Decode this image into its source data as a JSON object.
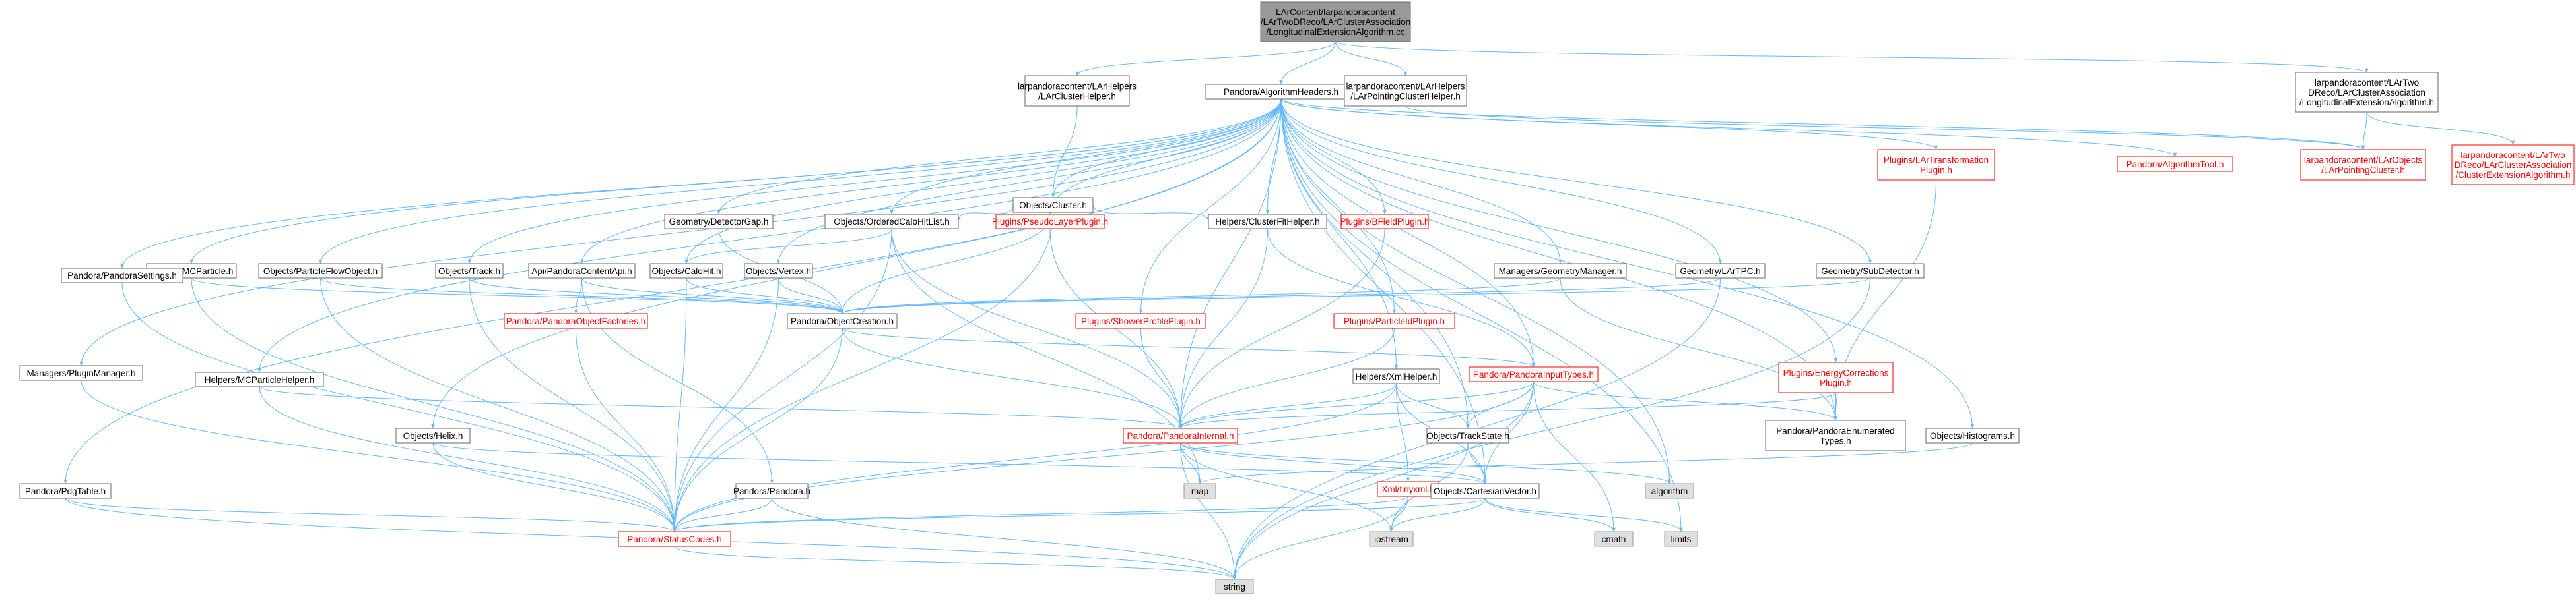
{
  "diagram": {
    "nodes": [
      {
        "id": "root",
        "lines": [
          "LArContent/larpandoracontent",
          "/LArTwoDReco/LArClusterAssociation",
          "/LongitudinalExtensionAlgorithm.cc"
        ],
        "kind": "root"
      },
      {
        "id": "clusterhelper",
        "lines": [
          "larpandoracontent/LArHelpers",
          "/LArClusterHelper.h"
        ],
        "kind": "normal"
      },
      {
        "id": "algheaders",
        "lines": [
          "Pandora/AlgorithmHeaders.h"
        ],
        "kind": "normal"
      },
      {
        "id": "pointinghelper",
        "lines": [
          "larpandoracontent/LArHelpers",
          "/LArPointingClusterHelper.h"
        ],
        "kind": "normal"
      },
      {
        "id": "longext_h",
        "lines": [
          "larpandoracontent/LArTwo",
          "DReco/LArClusterAssociation",
          "/LongitudinalExtensionAlgorithm.h"
        ],
        "kind": "normal"
      },
      {
        "id": "pointingcluster",
        "lines": [
          "larpandoracontent/LArObjects",
          "/LArPointingCluster.h"
        ],
        "kind": "red"
      },
      {
        "id": "clusterext",
        "lines": [
          "larpandoracontent/LArTwo",
          "DReco/LArClusterAssociation",
          "/ClusterExtensionAlgorithm.h"
        ],
        "kind": "red"
      },
      {
        "id": "cluster",
        "lines": [
          "Objects/Cluster.h"
        ],
        "kind": "normal"
      },
      {
        "id": "transplugin",
        "lines": [
          "Plugins/LArTransformation",
          "Plugin.h"
        ],
        "kind": "red"
      },
      {
        "id": "algtool",
        "lines": [
          "Pandora/AlgorithmTool.h"
        ],
        "kind": "red"
      },
      {
        "id": "detgap",
        "lines": [
          "Geometry/DetectorGap.h"
        ],
        "kind": "normal"
      },
      {
        "id": "orderedcalo",
        "lines": [
          "Objects/OrderedCaloHitList.h"
        ],
        "kind": "normal"
      },
      {
        "id": "pseudolayer",
        "lines": [
          "Plugins/PseudoLayerPlugin.h"
        ],
        "kind": "red"
      },
      {
        "id": "clusterfit",
        "lines": [
          "Helpers/ClusterFitHelper.h"
        ],
        "kind": "normal"
      },
      {
        "id": "bfield",
        "lines": [
          "Plugins/BFieldPlugin.h"
        ],
        "kind": "red"
      },
      {
        "id": "mcparticle",
        "lines": [
          "Objects/MCParticle.h"
        ],
        "kind": "normal"
      },
      {
        "id": "pfo",
        "lines": [
          "Objects/ParticleFlowObject.h"
        ],
        "kind": "normal"
      },
      {
        "id": "track",
        "lines": [
          "Objects/Track.h"
        ],
        "kind": "normal"
      },
      {
        "id": "contentapi",
        "lines": [
          "Api/PandoraContentApi.h"
        ],
        "kind": "normal"
      },
      {
        "id": "calohit",
        "lines": [
          "Objects/CaloHit.h"
        ],
        "kind": "normal"
      },
      {
        "id": "vertex",
        "lines": [
          "Objects/Vertex.h"
        ],
        "kind": "normal"
      },
      {
        "id": "geomgr",
        "lines": [
          "Managers/GeometryManager.h"
        ],
        "kind": "normal"
      },
      {
        "id": "lartpc",
        "lines": [
          "Geometry/LArTPC.h"
        ],
        "kind": "normal"
      },
      {
        "id": "subdet",
        "lines": [
          "Geometry/SubDetector.h"
        ],
        "kind": "normal"
      },
      {
        "id": "pandorasettings",
        "lines": [
          "Pandora/PandoraSettings.h"
        ],
        "kind": "normal"
      },
      {
        "id": "objfactories",
        "lines": [
          "Pandora/PandoraObjectFactories.h"
        ],
        "kind": "red"
      },
      {
        "id": "objcreation",
        "lines": [
          "Pandora/ObjectCreation.h"
        ],
        "kind": "normal"
      },
      {
        "id": "showerprofile",
        "lines": [
          "Plugins/ShowerProfilePlugin.h"
        ],
        "kind": "red"
      },
      {
        "id": "particleid",
        "lines": [
          "Plugins/ParticleIdPlugin.h"
        ],
        "kind": "red"
      },
      {
        "id": "energycorr",
        "lines": [
          "Plugins/EnergyCorrections",
          "Plugin.h"
        ],
        "kind": "red"
      },
      {
        "id": "pluginmgr",
        "lines": [
          "Managers/PluginManager.h"
        ],
        "kind": "normal"
      },
      {
        "id": "mcphelper",
        "lines": [
          "Helpers/MCParticleHelper.h"
        ],
        "kind": "normal"
      },
      {
        "id": "xmlhelper",
        "lines": [
          "Helpers/XmlHelper.h"
        ],
        "kind": "normal"
      },
      {
        "id": "inputtypes",
        "lines": [
          "Pandora/PandoraInputTypes.h"
        ],
        "kind": "red"
      },
      {
        "id": "pandorainternal",
        "lines": [
          "Pandora/PandoraInternal.h"
        ],
        "kind": "red"
      },
      {
        "id": "enumtypes",
        "lines": [
          "Pandora/PandoraEnumerated",
          "Types.h"
        ],
        "kind": "normal"
      },
      {
        "id": "helix",
        "lines": [
          "Objects/Helix.h"
        ],
        "kind": "normal"
      },
      {
        "id": "trackstate",
        "lines": [
          "Objects/TrackState.h"
        ],
        "kind": "normal"
      },
      {
        "id": "histograms",
        "lines": [
          "Objects/Histograms.h"
        ],
        "kind": "normal"
      },
      {
        "id": "map",
        "lines": [
          "map"
        ],
        "kind": "sys"
      },
      {
        "id": "algorithm",
        "lines": [
          "algorithm"
        ],
        "kind": "sys"
      },
      {
        "id": "pdgtable",
        "lines": [
          "Pandora/PdgTable.h"
        ],
        "kind": "normal"
      },
      {
        "id": "pandora",
        "lines": [
          "Pandora/Pandora.h"
        ],
        "kind": "normal"
      },
      {
        "id": "tinyxml",
        "lines": [
          "Xml/tinyxml.h"
        ],
        "kind": "red"
      },
      {
        "id": "cartesian",
        "lines": [
          "Objects/CartesianVector.h"
        ],
        "kind": "normal"
      },
      {
        "id": "statuscodes",
        "lines": [
          "Pandora/StatusCodes.h"
        ],
        "kind": "red"
      },
      {
        "id": "iostream",
        "lines": [
          "iostream"
        ],
        "kind": "sys"
      },
      {
        "id": "cmath",
        "lines": [
          "cmath"
        ],
        "kind": "sys"
      },
      {
        "id": "limits",
        "lines": [
          "limits"
        ],
        "kind": "sys"
      },
      {
        "id": "string",
        "lines": [
          "string"
        ],
        "kind": "sys"
      }
    ],
    "edges": [
      [
        "root",
        "clusterhelper"
      ],
      [
        "root",
        "algheaders"
      ],
      [
        "root",
        "pointinghelper"
      ],
      [
        "root",
        "longext_h"
      ],
      [
        "clusterhelper",
        "cluster"
      ],
      [
        "pointinghelper",
        "pointingcluster"
      ],
      [
        "longext_h",
        "pointingcluster"
      ],
      [
        "longext_h",
        "clusterext"
      ],
      [
        "algheaders",
        "cluster"
      ],
      [
        "algheaders",
        "transplugin"
      ],
      [
        "algheaders",
        "algtool"
      ],
      [
        "algheaders",
        "pointingcluster"
      ],
      [
        "algheaders",
        "detgap"
      ],
      [
        "algheaders",
        "orderedcalo"
      ],
      [
        "algheaders",
        "pseudolayer"
      ],
      [
        "algheaders",
        "clusterfit"
      ],
      [
        "algheaders",
        "bfield"
      ],
      [
        "algheaders",
        "mcparticle"
      ],
      [
        "algheaders",
        "pfo"
      ],
      [
        "algheaders",
        "track"
      ],
      [
        "algheaders",
        "contentapi"
      ],
      [
        "algheaders",
        "calohit"
      ],
      [
        "algheaders",
        "vertex"
      ],
      [
        "algheaders",
        "geomgr"
      ],
      [
        "algheaders",
        "lartpc"
      ],
      [
        "algheaders",
        "subdet"
      ],
      [
        "algheaders",
        "pandorasettings"
      ],
      [
        "algheaders",
        "showerprofile"
      ],
      [
        "algheaders",
        "particleid"
      ],
      [
        "algheaders",
        "energycorr"
      ],
      [
        "algheaders",
        "pluginmgr"
      ],
      [
        "algheaders",
        "mcphelper"
      ],
      [
        "algheaders",
        "xmlhelper"
      ],
      [
        "algheaders",
        "inputtypes"
      ],
      [
        "algheaders",
        "pandorainternal"
      ],
      [
        "algheaders",
        "enumtypes"
      ],
      [
        "algheaders",
        "helix"
      ],
      [
        "algheaders",
        "trackstate"
      ],
      [
        "algheaders",
        "histograms"
      ],
      [
        "algheaders",
        "algorithm"
      ],
      [
        "algheaders",
        "pdgtable"
      ],
      [
        "algheaders",
        "cartesian"
      ],
      [
        "algheaders",
        "limits"
      ],
      [
        "cluster",
        "orderedcalo"
      ],
      [
        "cluster",
        "clusterfit"
      ],
      [
        "cluster",
        "objcreation"
      ],
      [
        "cluster",
        "statuscodes"
      ],
      [
        "orderedcalo",
        "calohit"
      ],
      [
        "orderedcalo",
        "pandorainternal"
      ],
      [
        "orderedcalo",
        "map"
      ],
      [
        "orderedcalo",
        "statuscodes"
      ],
      [
        "detgap",
        "objcreation"
      ],
      [
        "pseudolayer",
        "pandorainternal"
      ],
      [
        "clusterfit",
        "pandorainternal"
      ],
      [
        "clusterfit",
        "inputtypes"
      ],
      [
        "bfield",
        "pandorainternal"
      ],
      [
        "mcparticle",
        "objcreation"
      ],
      [
        "mcparticle",
        "statuscodes"
      ],
      [
        "pfo",
        "objcreation"
      ],
      [
        "pfo",
        "statuscodes"
      ],
      [
        "track",
        "objcreation"
      ],
      [
        "track",
        "statuscodes"
      ],
      [
        "contentapi",
        "objfactories"
      ],
      [
        "contentapi",
        "objcreation"
      ],
      [
        "contentapi",
        "pandora"
      ],
      [
        "calohit",
        "objcreation"
      ],
      [
        "calohit",
        "statuscodes"
      ],
      [
        "vertex",
        "objcreation"
      ],
      [
        "vertex",
        "statuscodes"
      ],
      [
        "geomgr",
        "objcreation"
      ],
      [
        "geomgr",
        "enumtypes"
      ],
      [
        "lartpc",
        "objcreation"
      ],
      [
        "lartpc",
        "string"
      ],
      [
        "subdet",
        "objcreation"
      ],
      [
        "subdet",
        "string"
      ],
      [
        "pandorasettings",
        "statuscodes"
      ],
      [
        "objfactories",
        "statuscodes"
      ],
      [
        "objcreation",
        "inputtypes"
      ],
      [
        "objcreation",
        "pandorainternal"
      ],
      [
        "objcreation",
        "statuscodes"
      ],
      [
        "showerprofile",
        "pandorainternal"
      ],
      [
        "particleid",
        "pandorainternal"
      ],
      [
        "energycorr",
        "pandorainternal"
      ],
      [
        "energycorr",
        "enumtypes"
      ],
      [
        "transplugin",
        "enumtypes"
      ],
      [
        "pluginmgr",
        "statuscodes"
      ],
      [
        "mcphelper",
        "pandorainternal"
      ],
      [
        "mcphelper",
        "statuscodes"
      ],
      [
        "xmlhelper",
        "pandorainternal"
      ],
      [
        "xmlhelper",
        "trackstate"
      ],
      [
        "xmlhelper",
        "tinyxml"
      ],
      [
        "xmlhelper",
        "cartesian"
      ],
      [
        "xmlhelper",
        "statuscodes"
      ],
      [
        "inputtypes",
        "pandorainternal"
      ],
      [
        "inputtypes",
        "enumtypes"
      ],
      [
        "inputtypes",
        "trackstate"
      ],
      [
        "inputtypes",
        "cartesian"
      ],
      [
        "inputtypes",
        "cmath"
      ],
      [
        "inputtypes",
        "string"
      ],
      [
        "inputtypes",
        "statuscodes"
      ],
      [
        "pandorainternal",
        "map"
      ],
      [
        "pandorainternal",
        "cartesian"
      ],
      [
        "pandorainternal",
        "iostream"
      ],
      [
        "pandorainternal",
        "string"
      ],
      [
        "pandorainternal",
        "algorithm"
      ],
      [
        "helix",
        "cartesian"
      ],
      [
        "helix",
        "statuscodes"
      ],
      [
        "trackstate",
        "cartesian"
      ],
      [
        "trackstate",
        "iostream"
      ],
      [
        "histograms",
        "map"
      ],
      [
        "pdgtable",
        "statuscodes"
      ],
      [
        "pdgtable",
        "string"
      ],
      [
        "pandora",
        "statuscodes"
      ],
      [
        "pandora",
        "string"
      ],
      [
        "tinyxml",
        "iostream"
      ],
      [
        "tinyxml",
        "string"
      ],
      [
        "tinyxml",
        "statuscodes"
      ],
      [
        "cartesian",
        "iostream"
      ],
      [
        "cartesian",
        "cmath"
      ],
      [
        "cartesian",
        "limits"
      ],
      [
        "cartesian",
        "statuscodes"
      ],
      [
        "statuscodes",
        "string"
      ]
    ],
    "colors": {
      "edge": "#63b8ff",
      "node_border": "#666666",
      "red_border": "#ff0000",
      "root_fill": "#999999",
      "sys_fill": "#e0e0e0",
      "node_fill": "#ffffff"
    }
  }
}
